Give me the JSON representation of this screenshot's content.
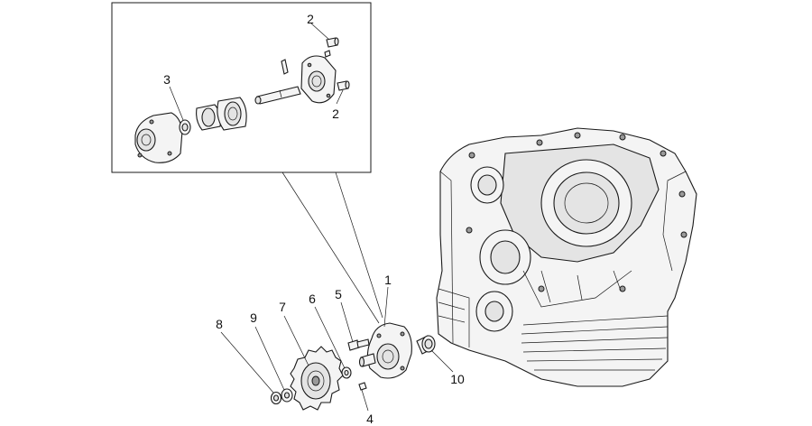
{
  "callouts": {
    "c1": "1",
    "c2a": "2",
    "c2b": "2",
    "c3": "3",
    "c4": "4",
    "c5": "5",
    "c6": "6",
    "c7": "7",
    "c8": "8",
    "c9": "9",
    "c10": "10"
  },
  "colors": {
    "line": "#1a1a1a",
    "background": "#ffffff"
  }
}
